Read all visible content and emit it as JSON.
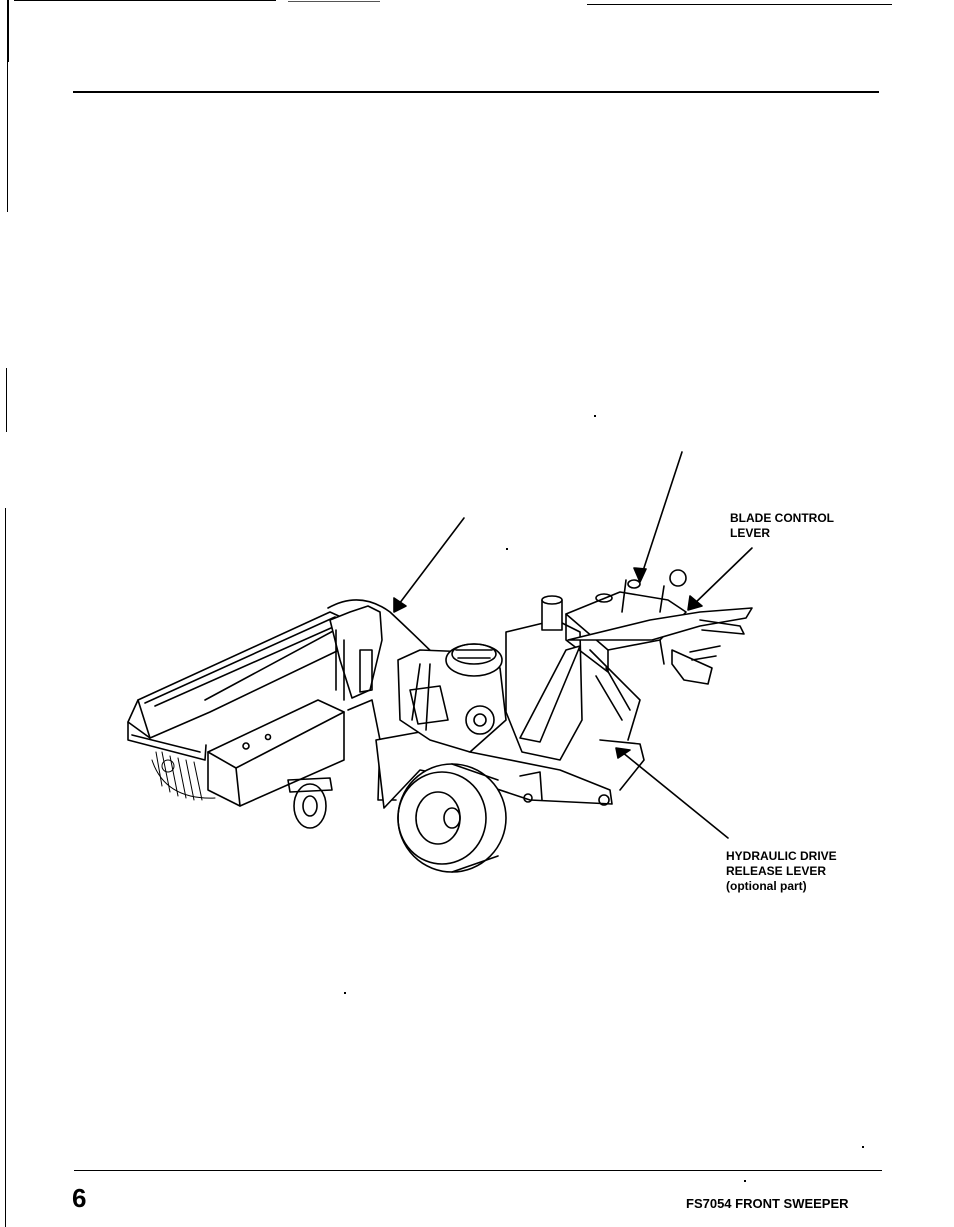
{
  "callouts": {
    "blade_control": "BLADE CONTROL\nLEVER",
    "hydraulic_drive_1": "HYDRAULIC DRIVE",
    "hydraulic_drive_2": "RELEASE LEVER",
    "hydraulic_drive_3": "(optional part)"
  },
  "footer": {
    "page_number": "6",
    "title": "FS7054 FRONT SWEEPER"
  }
}
